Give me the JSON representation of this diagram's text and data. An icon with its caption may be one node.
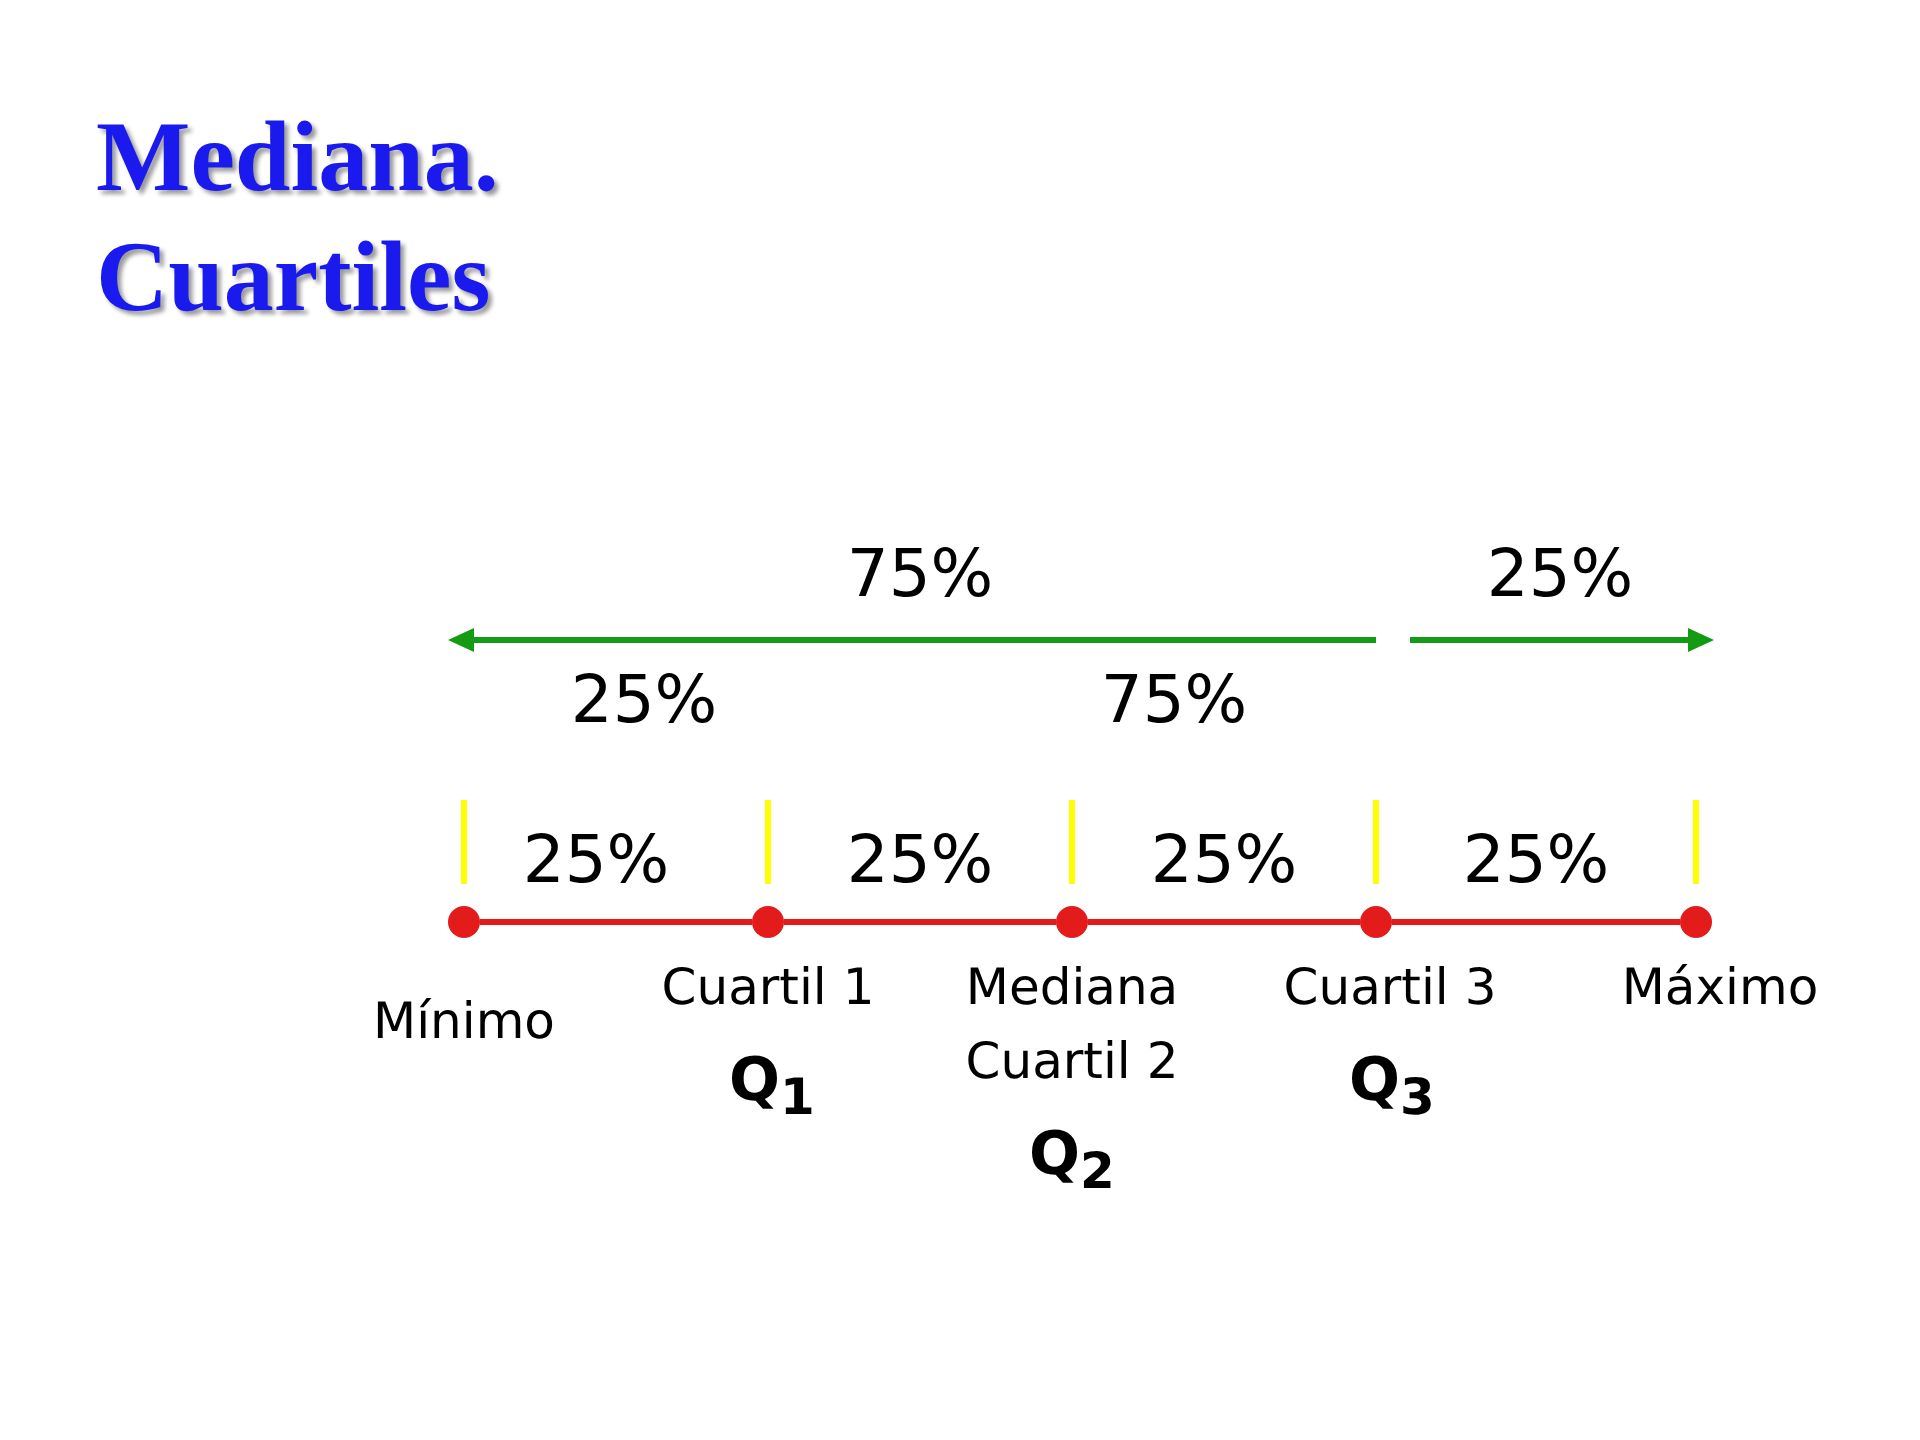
{
  "diagram": {
    "title": "Mediana. Cuartiles",
    "nodes": [
      {
        "text": [],
        "shape": "circle",
        "beside": [
          "Mínimo"
        ]
      },
      {
        "text": [],
        "shape": "circle",
        "beside": [
          "Cuartil 1",
          "Q$_{1}$"
        ]
      },
      {
        "text": [],
        "shape": "circle",
        "beside": [
          "Mediana",
          "Cuartil 2",
          "Q$_{2}$"
        ]
      },
      {
        "text": [],
        "shape": "circle",
        "beside": [
          "Cuartil 3",
          "Q$_{3}$"
        ]
      },
      {
        "text": [],
        "shape": "circle",
        "beside": [
          "Máximo"
        ]
      }
    ],
    "edges": [
      {
        "from": 0,
        "to": 1,
        "arrow": "none",
        "label": "25%"
      },
      {
        "from": 1,
        "to": 2,
        "arrow": "none",
        "label": "25%"
      },
      {
        "from": 2,
        "to": 3,
        "arrow": "none",
        "label": "25%"
      },
      {
        "from": 3,
        "to": 4,
        "arrow": "none",
        "label": "25%"
      }
    ],
    "labels": [
      "75%",
      "25%",
      "25%",
      "75%"
    ]
  }
}
